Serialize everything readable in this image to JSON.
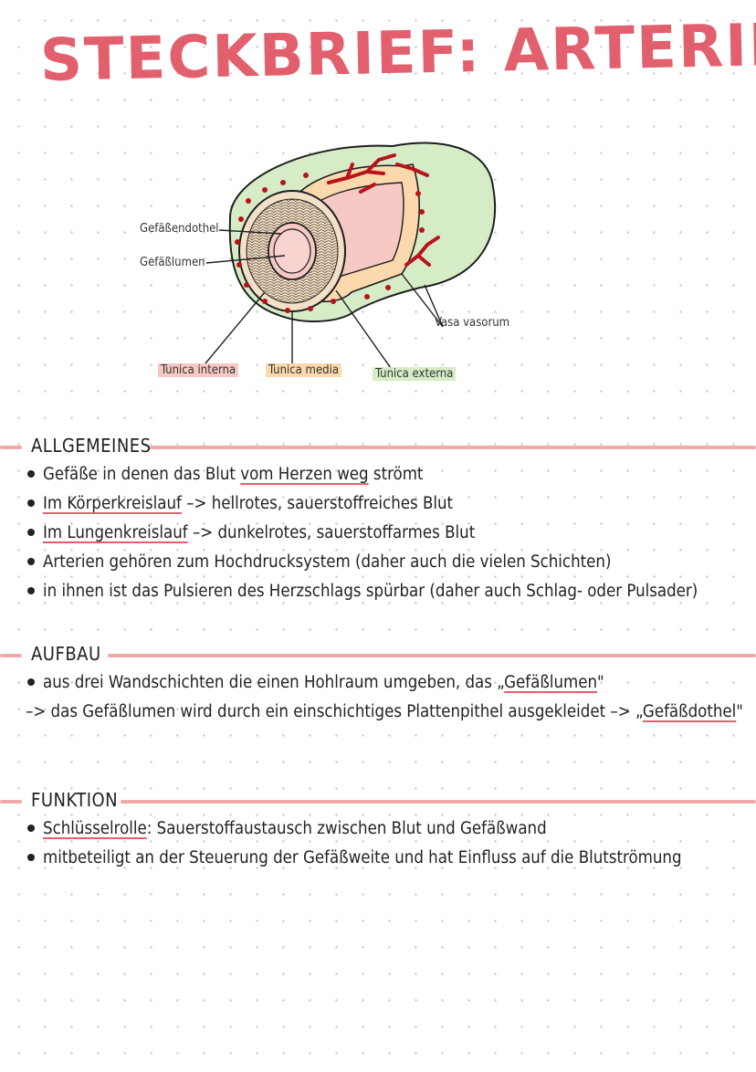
{
  "title": "STECKBRIEF: ARTERIE",
  "colors": {
    "accent": "#e2606d",
    "rule": "#f1a8a8",
    "interna": "#f6c9c4",
    "media": "#fbd9ad",
    "externa": "#d6ecc7"
  },
  "diagram": {
    "labels": {
      "endothel": "Gefäßendothel",
      "lumen": "Gefäßlumen",
      "vasa": "Vasa vasorum",
      "interna": "Tunica interna",
      "media": "Tunica media",
      "externa": "Tunica externa"
    }
  },
  "allgemeines": {
    "heading": "ALLGEMEINES",
    "r1": {
      "a": "Gefäße in denen das Blut ",
      "u": "vom Herzen weg",
      "b": " strömt"
    },
    "r2": {
      "u": "Im Körperkreislauf",
      "b": " –> hellrotes, sauerstoffreiches Blut"
    },
    "r3": {
      "u": "Im Lungenkreislauf",
      "b": " –> dunkelrotes, sauerstoffarmes Blut"
    },
    "r4": {
      "a": "Arterien gehören zum Hochdrucksystem (daher auch die vielen Schichten)"
    },
    "r5": {
      "a": "in ihnen ist das Pulsieren des Herzschlags spürbar (daher auch Schlag- oder Pulsader)"
    }
  },
  "aufbau": {
    "heading": "AUFBAU",
    "r1": {
      "a": "aus drei Wandschichten die einen Hohlraum umgeben, das „",
      "u": "Gefäßlumen",
      "b": "\""
    },
    "r2": {
      "a": "–> das Gefäßlumen wird durch ein einschichtiges Plattenpithel ausgekleidet –> „",
      "u": "Gefäßdothel",
      "b": "\""
    }
  },
  "funktion": {
    "heading": "FUNKTION",
    "r1": {
      "u": "Schlüsselrolle",
      "b": ": Sauerstoffaustausch zwischen Blut und Gefäßwand"
    },
    "r2": {
      "a": "mitbeteiligt an der Steuerung der Gefäßweite und hat Einfluss auf die Blutströmung"
    }
  }
}
